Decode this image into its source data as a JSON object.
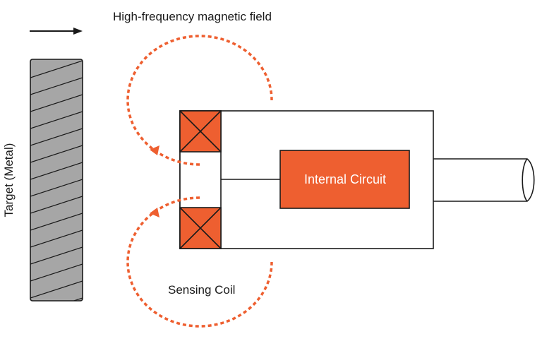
{
  "labels": {
    "field": "High-frequency magnetic field",
    "target": "Target (Metal)",
    "circuit": "Internal Circuit",
    "coil": "Sensing Coil"
  },
  "colors": {
    "accent": "#ee5f30",
    "target_fill": "#a6a6a6",
    "outline": "#1a1a1a",
    "background": "#ffffff"
  },
  "icons": {
    "direction": "arrow-right-icon",
    "coil_winding": "x-cross-icon",
    "field_direction": "triangle-arrowhead-icon"
  }
}
